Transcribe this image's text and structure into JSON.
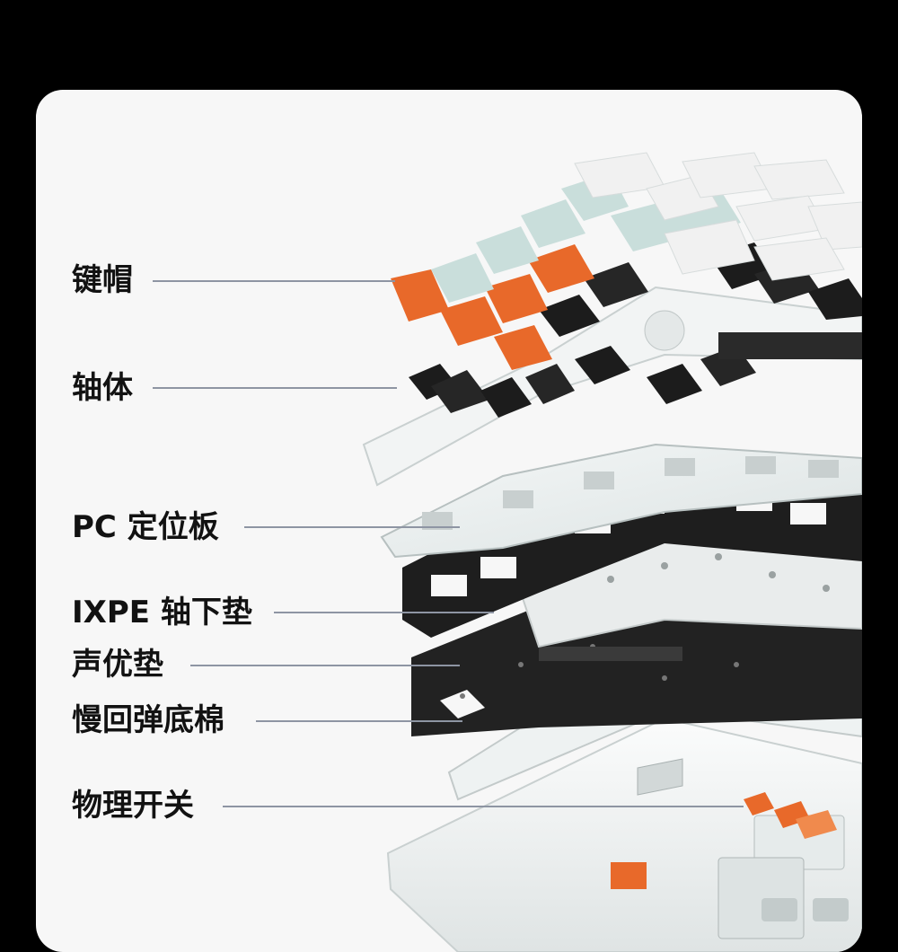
{
  "labels": {
    "keycaps": "键帽",
    "switches": "轴体",
    "pc_plate": "PC 定位板",
    "ixpe_pad": "IXPE 轴下垫",
    "sound_pad": "声优垫",
    "foam": "慢回弹底棉",
    "physical_switch": "物理开关"
  },
  "colors": {
    "background": "#000000",
    "card": "#f7f7f7",
    "label_text": "#121212",
    "leader_line": "#8e95a3",
    "keycap_orange": "#e8692a",
    "keycap_mint": "#c9dedb",
    "keycap_white": "#f1f1f1",
    "switch_black": "#1c1c1c",
    "plate_clear": "#e6ecec",
    "foam_black": "#222222",
    "case_white": "#f0f2f2"
  }
}
